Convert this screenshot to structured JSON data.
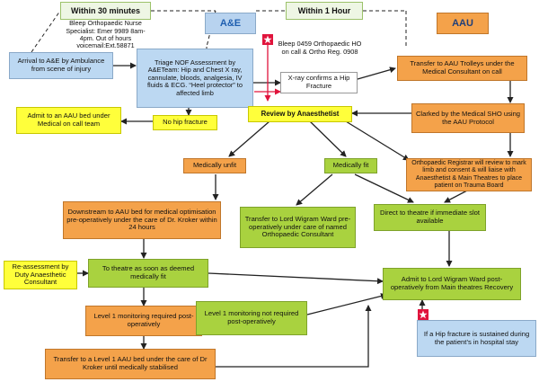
{
  "headers": {
    "within_30": "Within 30 minutes",
    "within_1h": "Within 1 Hour",
    "ae": "A&E",
    "aau": "AAU"
  },
  "boxes": {
    "bleep_nurse": "Bleep Orthopaedic Nurse Specialist: Emer 9989 8am-4pm. Out of hours voicemail:Ext.58871",
    "arrival": "Arrival to A&E by Ambulance from scene of injury",
    "triage": "Triage NOF Assessment by A&ETeam: Hip and Chest X ray, cannulate, bloods, analgesia, IV fluids & ECG. “Heel protector” to affected limb",
    "bleep_ortho": "Bleep 0459 Orthopaedic HO on call & Ortho Reg. 0908",
    "xray": "X-ray confirms a Hip Fracture",
    "transfer_aau": "Transfer to AAU Trolleys under the Medical Consultant on call",
    "admit_aau": "Admit to an AAU bed under Medical on call team",
    "no_hip": "No hip fracture",
    "review": "Review by Anaesthetist",
    "clarked": "Clarked by the Medical SHO using the AAU Protocol",
    "medically_unfit": "Medically unfit",
    "medically_fit": "Medically fit",
    "ortho_reg": "Orthopaedic Registrar will review to mark limb  and  consent & will liaise with Anaesthetist & Main Theatres to place patient on Trauma Board",
    "downstream": "Downstream to AAU bed for medical optimisation pre-operatively under the care of Dr. Kroker within 24 hours",
    "transfer_lord": "Transfer to Lord Wigram Ward pre-operatively under care of named Orthopaedic Consultant",
    "direct_theatre": "Direct to theatre if immediate slot available",
    "reassess": "Re-assessment  by Duty Anaesthetic Consultant",
    "to_theatre": "To theatre as soon as deemed medically fit",
    "admit_lord": "Admit to Lord Wigram Ward post-operatively from  Main theatres Recovery",
    "level1_req": "Level 1 monitoring required post-operatively",
    "level1_not": "Level 1 monitoring not required post-operatively",
    "hip_in_stay": "If a Hip fracture is sustained during the patient’s in hospital stay",
    "transfer_level1": "Transfer to a Level 1 AAU bed under the care of Dr Kroker until medically stabilised"
  },
  "colors": {
    "orange": "#f4a24a",
    "green": "#a9d23f",
    "light_blue": "#bcd8f2",
    "yellow": "#ffff3b",
    "red_star": "#e0143c",
    "arrow": "#222222",
    "red_arrow": "#e0143c"
  }
}
